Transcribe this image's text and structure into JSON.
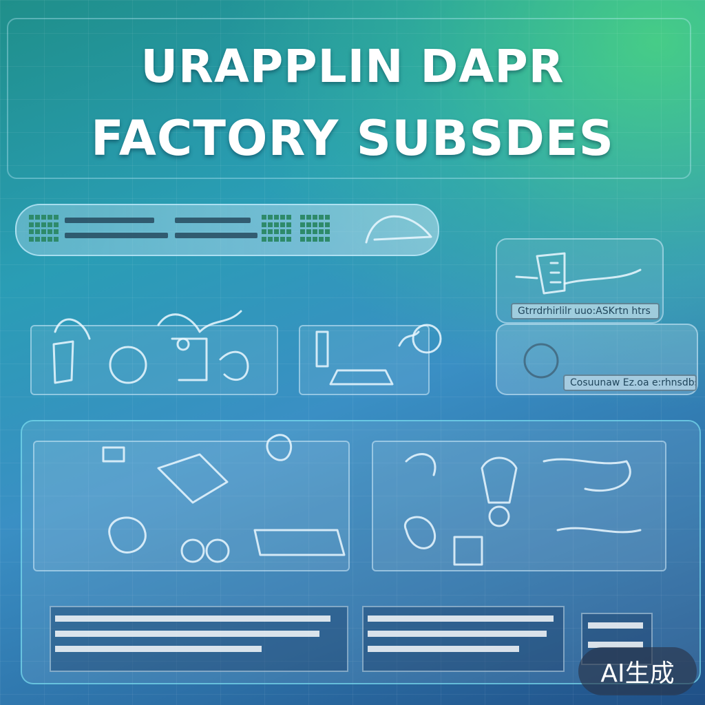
{
  "poster": {
    "title_line1": "URAPPLIN DAPR",
    "title_line2": "FACTORY SUBSDES",
    "label_right_top": "Gtrrdrhirlilr uuo:ASKrtn htrs",
    "label_right_mid": "Cosuunaw Ez.oa e:rhnsdbs",
    "badge": "AI生成"
  },
  "colors": {
    "accent_green": "#50dc78",
    "accent_blue": "#3a8fc4",
    "text_white": "#ffffff"
  }
}
